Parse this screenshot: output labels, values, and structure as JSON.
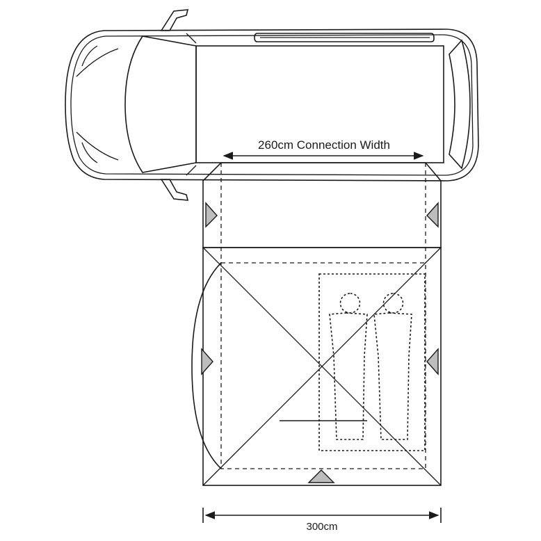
{
  "dimensions": {
    "connection_width_label": "260cm Connection Width",
    "total_width_label": "300cm"
  },
  "colors": {
    "line": "#1a1a1a",
    "peg_fill": "#bdbdbd",
    "background": "#ffffff"
  },
  "icons": [
    "van-outline",
    "awning-outline",
    "peg-marker-icon",
    "sleeping-person-icon",
    "dimension-arrow-icon"
  ]
}
